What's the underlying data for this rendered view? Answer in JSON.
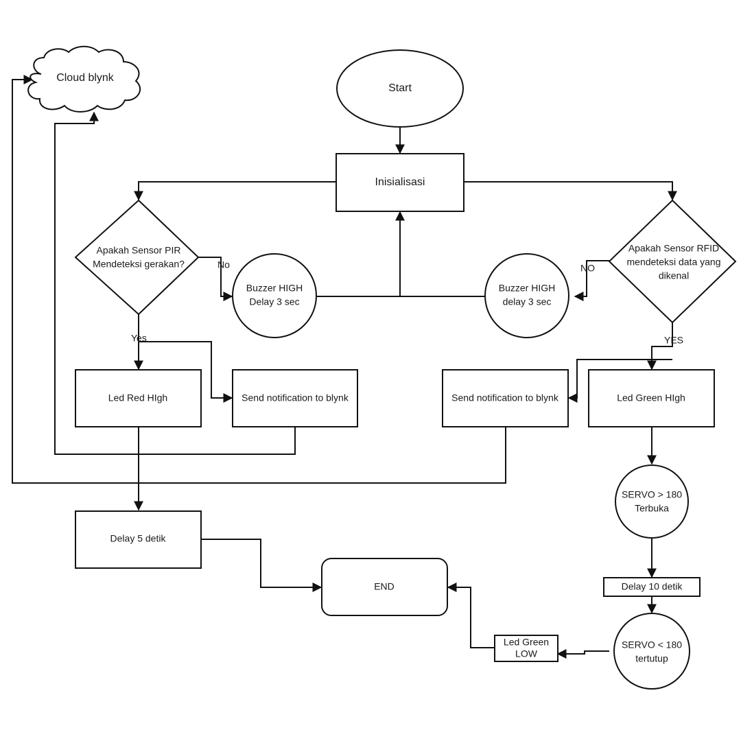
{
  "nodes": {
    "cloud": "Cloud blynk",
    "start": "Start",
    "init": "Inisialisasi",
    "pir": [
      "Apakah Sensor PIR",
      "Mendeteksi gerakan?"
    ],
    "rfid": [
      "Apakah Sensor RFID",
      "mendeteksi data yang",
      "dikenal"
    ],
    "buzzer_left": [
      "Buzzer HIGH",
      "Delay 3 sec"
    ],
    "buzzer_right": [
      "Buzzer HIGH",
      "delay 3 sec"
    ],
    "led_red": "Led Red HIgh",
    "notify_left": "Send notification to blynk",
    "notify_right": "Send notification to blynk",
    "led_green": "Led Green HIgh",
    "servo_open": [
      "SERVO > 180",
      "Terbuka"
    ],
    "delay5": "Delay 5 detik",
    "end": "END",
    "delay10": "Delay 10 detik",
    "servo_close": [
      "SERVO < 180",
      "tertutup"
    ],
    "led_green_low": [
      "Led Green",
      "LOW"
    ]
  },
  "edge_labels": {
    "pir_no": "No",
    "pir_yes": "Yes",
    "rfid_no": "NO",
    "rfid_yes": "YES"
  }
}
